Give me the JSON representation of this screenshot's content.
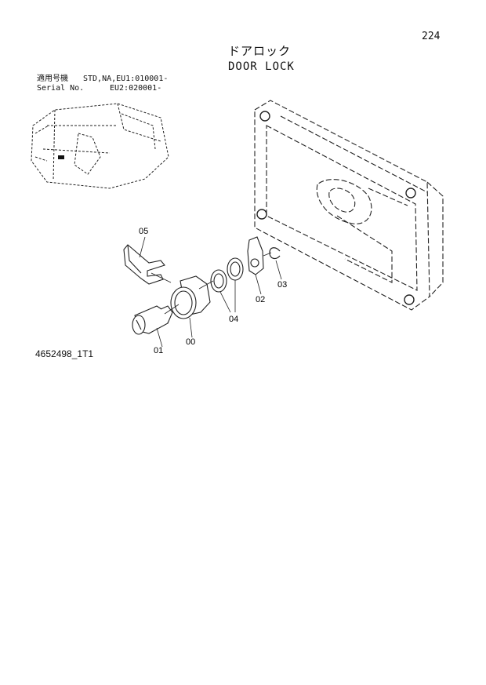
{
  "header": {
    "page_number": "224",
    "title_jp": "ドアロック",
    "title_en": "DOOR LOCK"
  },
  "serial": {
    "label_jp": "適用号機",
    "label_en": "Serial No.",
    "line1": "STD,NA,EU1:010001-",
    "line2": "EU2:020001-"
  },
  "parts": {
    "p00": "00",
    "p01": "01",
    "p02": "02",
    "p03": "03",
    "p04": "04",
    "p05": "05"
  },
  "drawing_number": "4652498_1T1"
}
